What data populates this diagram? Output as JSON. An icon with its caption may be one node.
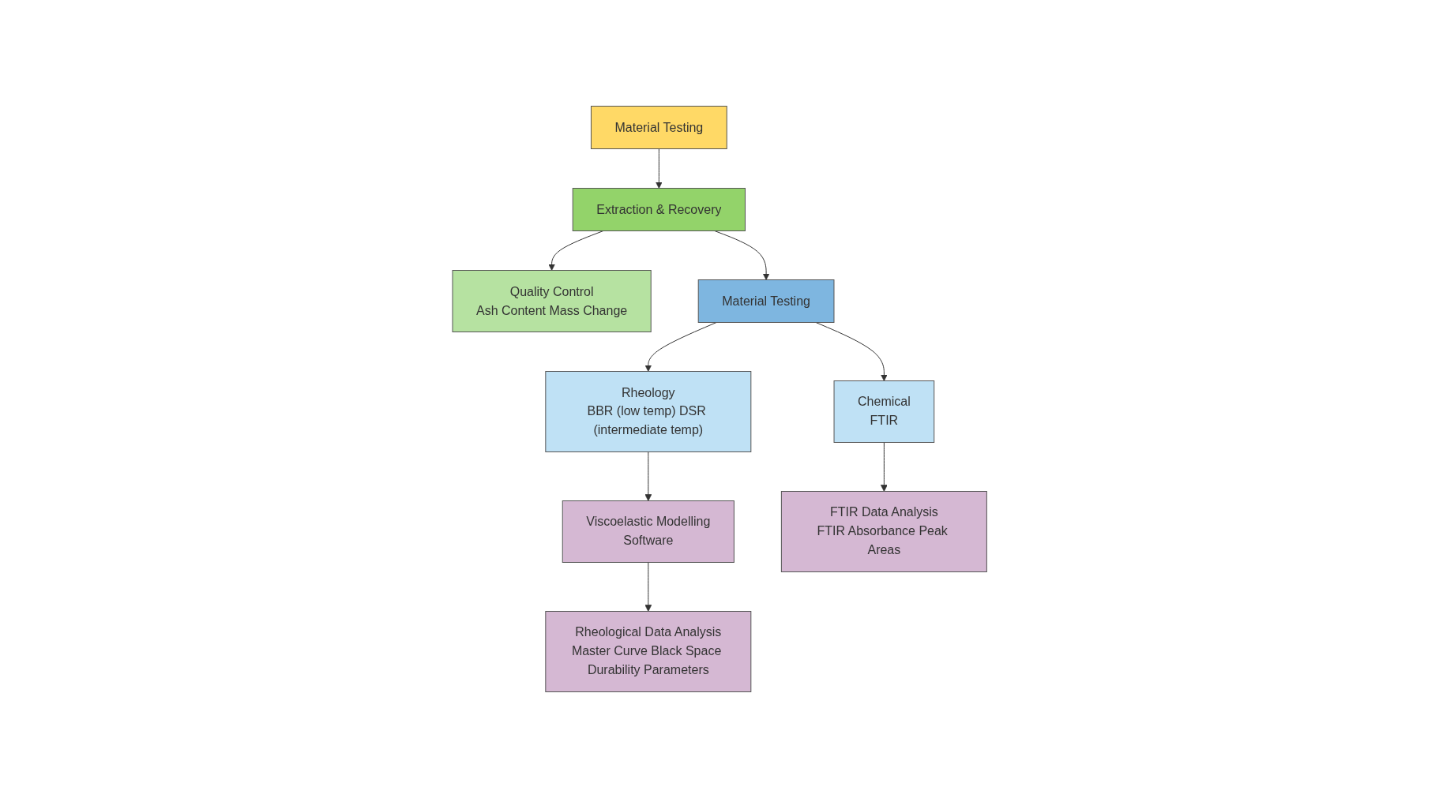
{
  "diagram": {
    "nodes": [
      {
        "text": [
          "Material Testing"
        ]
      },
      {
        "text": [
          "Quality Control",
          "Ash Content Mass Change"
        ]
      },
      {
        "text": [
          "Extraction & Recovery"
        ]
      },
      {
        "text": [
          "Material Testing"
        ]
      },
      {
        "text": [
          "Rheology",
          "BBR (low temp) DSR (intermediate temp)"
        ]
      },
      {
        "text": [
          "Chemical",
          "FTIR"
        ]
      },
      {
        "text": [
          "Viscoelastic Modelling",
          "Software"
        ]
      },
      {
        "text": [
          "Rheological Data Analysis",
          "Master Curve Black Space Durability Parameters"
        ]
      },
      {
        "text": [
          "FTIR Data Analysis",
          "FTIR Absorbance Peak Areas"
        ]
      }
    ],
    "edges": [
      {
        "from": 0,
        "to": 2,
        "arrow": "to"
      },
      {
        "from": 2,
        "to": 1,
        "arrow": "to"
      },
      {
        "from": 2,
        "to": 3,
        "arrow": "to"
      },
      {
        "from": 3,
        "to": 4,
        "arrow": "to"
      },
      {
        "from": 3,
        "to": 5,
        "arrow": "to"
      },
      {
        "from": 4,
        "to": 6,
        "arrow": "to"
      },
      {
        "from": 6,
        "to": 7,
        "arrow": "to"
      },
      {
        "from": 5,
        "to": 8,
        "arrow": "to"
      }
    ]
  }
}
